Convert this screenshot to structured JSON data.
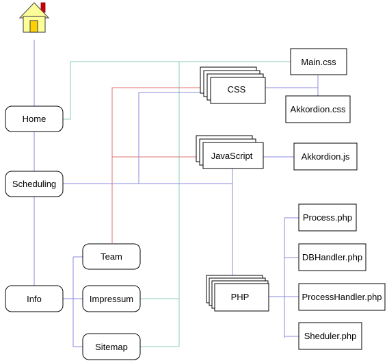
{
  "nodes": {
    "home": "Home",
    "scheduling": "Scheduling",
    "info": "Info",
    "team": "Team",
    "impressum": "Impressum",
    "sitemap": "Sitemap",
    "css": "CSS",
    "javascript": "JavaScript",
    "php": "PHP",
    "main_css": "Main.css",
    "akkordion_css": "Akkordion.css",
    "akkordion_js": "Akkordion.js",
    "process_php": "Process.php",
    "dbhandler_php": "DBHandler.php",
    "processhandler_php": "ProcessHandler.php",
    "sheduler_php": "Sheduler.php"
  },
  "colors": {
    "blue_line": "#8888dd",
    "red_line": "#dd7070",
    "green_line": "#88ccb8",
    "house_wall": "#ffff99",
    "house_door": "#ffd000",
    "chimney": "#cc0000"
  }
}
